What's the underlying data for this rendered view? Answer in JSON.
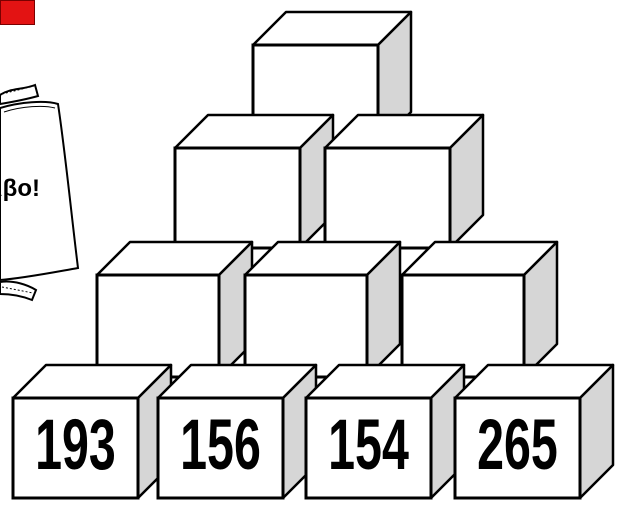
{
  "game": {
    "pyramid": {
      "rows": [
        {
          "row": 4,
          "blocks": [
            {
              "value": ""
            }
          ]
        },
        {
          "row": 3,
          "blocks": [
            {
              "value": ""
            },
            {
              "value": ""
            }
          ]
        },
        {
          "row": 2,
          "blocks": [
            {
              "value": ""
            },
            {
              "value": ""
            },
            {
              "value": ""
            }
          ]
        },
        {
          "row": 1,
          "blocks": [
            {
              "value": "193"
            },
            {
              "value": "156"
            },
            {
              "value": "154"
            },
            {
              "value": "265"
            }
          ]
        }
      ]
    },
    "note_card": {
      "text": "ιβο!"
    }
  },
  "colors": {
    "background": "#ffffff",
    "block_front": "#ffffff",
    "block_top": "#ffffff",
    "block_side": "#d6d6d6",
    "outline": "#000000",
    "red_button": "#e31313"
  }
}
